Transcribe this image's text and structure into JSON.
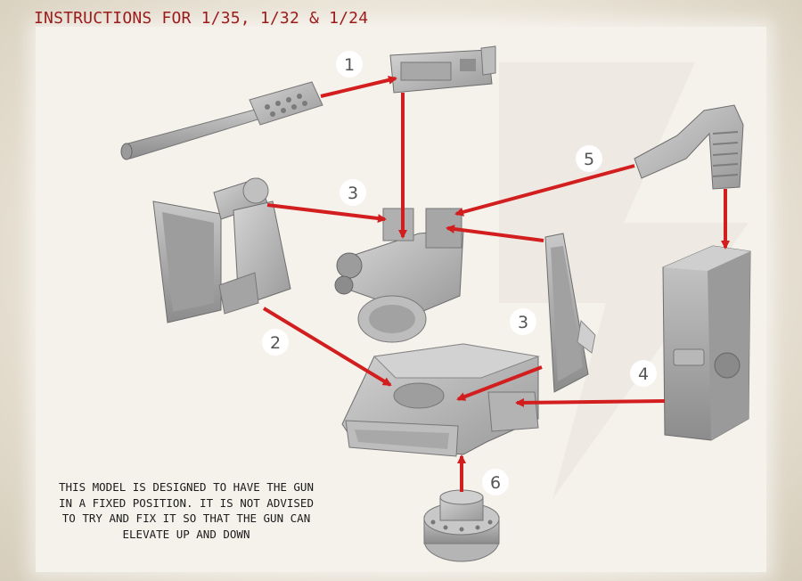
{
  "header": {
    "title": "INSTRUCTIONS FOR 1/35, 1/32 & 1/24"
  },
  "note": {
    "lines": [
      "THIS MODEL IS DESIGNED TO HAVE THE GUN",
      "IN A FIXED POSITION. IT IS NOT ADVISED",
      "TO TRY AND FIX IT SO THAT THE GUN CAN",
      "ELEVATE UP AND DOWN"
    ]
  },
  "steps": {
    "s1": "1",
    "s2": "2",
    "s3a": "3",
    "s3b": "3",
    "s4": "4",
    "s5": "5",
    "s6": "6"
  },
  "colors": {
    "arrow": "#d21e1e",
    "title": "#9b1b1b",
    "part_fill": "#b9b9b9",
    "part_dark": "#8e8e8e"
  }
}
